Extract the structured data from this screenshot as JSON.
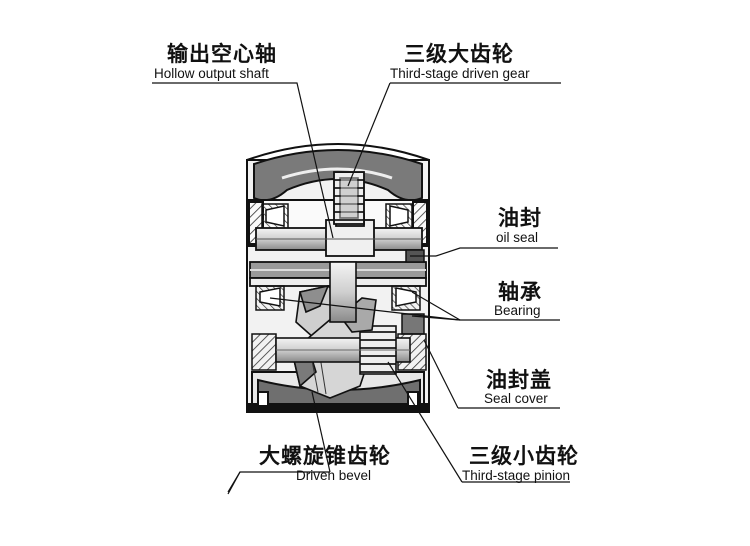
{
  "labels": {
    "hollow_output_shaft": {
      "zh": "输出空心轴",
      "en": "Hollow output shaft"
    },
    "third_stage_driven_gear": {
      "zh": "三级大齿轮",
      "en": "Third-stage driven gear"
    },
    "oil_seal": {
      "zh": "油封",
      "en": "oil seal"
    },
    "bearing": {
      "zh": "轴承",
      "en": "Bearing"
    },
    "seal_cover": {
      "zh": "油封盖",
      "en": "Seal cover"
    },
    "driven_bevel": {
      "zh": "大螺旋锥齿轮",
      "en": "Driven bevel"
    },
    "third_stage_pinion": {
      "zh": "三级小齿轮",
      "en": "Third-stage pinion"
    }
  }
}
